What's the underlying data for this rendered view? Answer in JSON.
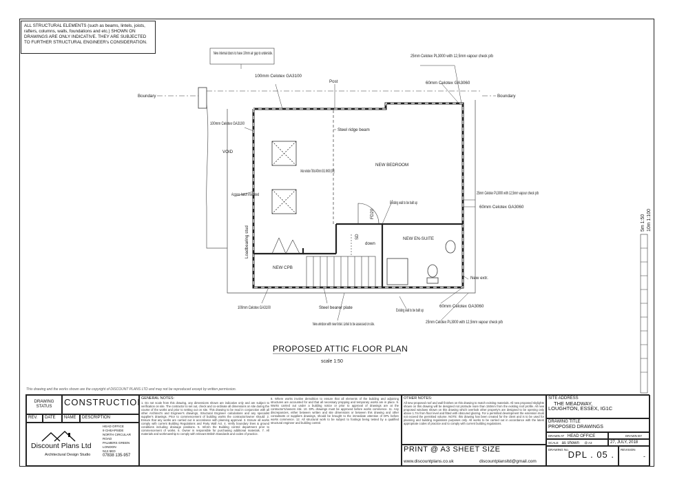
{
  "disclaimer": "ALL STRUCTURAL ELEMENTS (such as beams, lintels, joists, rafters, columns, walls, foundations and etc.) SHOWN ON DRAWINGS ARE ONLY INDICATIVE. THEY ARE SUBJECTED TO FURTHER STRUCTURAL ENGINEER's CONSIDERATION.",
  "plan": {
    "title": "PROPOSED ATTIC FLOOR PLAN",
    "scale": "scale 1:50",
    "labels": {
      "doors_note": "New internal doors to have 10mm air gap to underside.",
      "celotex_pl_top": "25mm Celotex PL3000 with 12,5mm vapour check p/b",
      "celotex_ga3060_top": "60mm Celotex GA3060",
      "boundary_left": "Boundary",
      "boundary_right": "Boundary",
      "celotex_ga3100_top": "100mm Celotex GA3100",
      "post": "Post",
      "celotex_ga3100_left": "100mm Celotex GA3100",
      "ridge_beam": "Steel ridge beam",
      "void": "VOID",
      "new_bedroom": "NEW BEDROOM",
      "velux": "Velux window 780x1400mm GGL MK08 (308)",
      "access_hatch": "Access hatch insulated",
      "celotex_pl_mid": "25mm Celotex PL3000 with 12,5mm vapour check p/b",
      "celotex_ga3060_mid": "60mm Celotex GA3060",
      "fd20": "FD20",
      "existing_wall": "Existing wall to be built up",
      "loadbearing": "Loadbearing stud",
      "sd": "SD",
      "down": "down",
      "new_ensuite": "NEW EN-SUITE",
      "new_cpb": "NEW CPB",
      "new_extr": "New extr.",
      "celotex_ga3100_bottom": "100mm Celotex GA3100",
      "steel_bearer": "Steel bearer plate",
      "existing_wall2": "Existing wall to be built up",
      "celotex_ga3060_bottom": "60mm Celotex GA3060",
      "new_window": "New window with new lintel. Lintel to be assessed on site.",
      "celotex_pl_bottom": "25mm Celotex PL3000 with 12,5mm vapour check p/b"
    }
  },
  "scale_bar": {
    "label1": "5m 1:50",
    "label2": "10m 1:100"
  },
  "copyright": "This drawing and the works shown are the copyright of DISCOUNT PLANS LTD and may not be reproduced except by written permission.",
  "title_block": {
    "drawing_status_label": "DRAWING STATUS",
    "drawing_status": "CONSTRUCTION",
    "rev_headers": [
      "REV.",
      "DATE",
      "NAME",
      "DESCRIPTION"
    ],
    "company": "Discount Plans Ltd",
    "company_sub": "Architectural Design Studio",
    "address": [
      "HEAD OFFICE",
      "9 CHEAPSIDE",
      "NORTH CIRCULAR ROAD",
      "PALMERS GREEN",
      "LONDON",
      "N13 5ED"
    ],
    "phone": "07838 135-957",
    "general_notes_title": "GENERAL NOTES:",
    "general_notes": "1. Do not scale from this drawing, any dimensions shown are indicative only and are subject to verification on site. The contractor to set out, check and co-ordinate all dimensions on site during the course of the works and prior to setting out on site. This drawing to be read in conjunction with all other Architect's and Engineer's drawings, Structural Engineer calculations and any specialist supplier's drawings. Prior to commencement of building works the contractor/owner should: 2. Ensure that any works are carried out in accordance with planning approval. 3. Ensure all works comply with current Building Regulations and Party Wall Act. 4. Verify boundary lines & ground conditions including drainage positions. 5. Inform the Building control department prior to commencement of works. 6. Owner is responsible for purchasing additional materials. 7. All materials and workmanship to comply with relevant British Standards and codes of practice.",
    "general_notes_2": "8. Where works involve demolition to ensure that all elements of the building and adjoining structures are accounted for and that all necessary propping and temporary works are in place. 9. Works carried out under a building notice or prior to approval of drawings are at the contractor's/owners risk. 10. DPL drawings must be approved before works commence. 11. Any discrepancies, either between written and site dimensions or between this drawing and other consultants or suppliers drawings, should be brought to the immediate attention of DPL before works commence. 12. All structural work to be subject to footings being tested by a qualified structural engineer and building control.",
    "other_notes_title": "OTHER NOTES:",
    "other_notes": "All new proposed roof and wall finishes on this drawing to match existing materials. All new proposed skylights shown on this drawing will be designed not protrude more than 150mm from the existing roof profile. All new proposed windows shown on this drawing which overlook other property's are designed to be opening only above 1.7m from floor level and fitted with obscured glazing. For a permitted development the extension must not exceed the permitted volume. NOTE: this drawing has been created for the client and is to be used for planning and building regulations purposes only. All works to be carried out in accordance with the latest appropriate codes of practice and to comply with current building regulations.",
    "print_note": "PRINT @ A3 SHEET SIZE",
    "website": "www.discountplans.co.uk",
    "email": "discountplansltd@gmail.com",
    "site_address_label": "SITE ADDRESS",
    "site_address": [
      "THE MEADWAY,",
      "LOUGHTON, ESSEX, IG1C"
    ],
    "drawing_title_label": "DRAWING TITLE",
    "drawing_title": "PROPOSED DRAWINGS",
    "drawn_at_label": "DRAWN AT",
    "drawn_at": "HEAD OFFICE",
    "drawn_by_label": "DRAWN BY",
    "drawn_by": "",
    "scale_label": "SCALE",
    "scale_value": "as shown",
    "sheet_size": "@ A3",
    "date": "27, JULY, 2018",
    "drawing_no_label": "DRAWING No.",
    "drawing_no": "DPL . 05 .",
    "revision_label": "REVISION",
    "revision": "-"
  }
}
